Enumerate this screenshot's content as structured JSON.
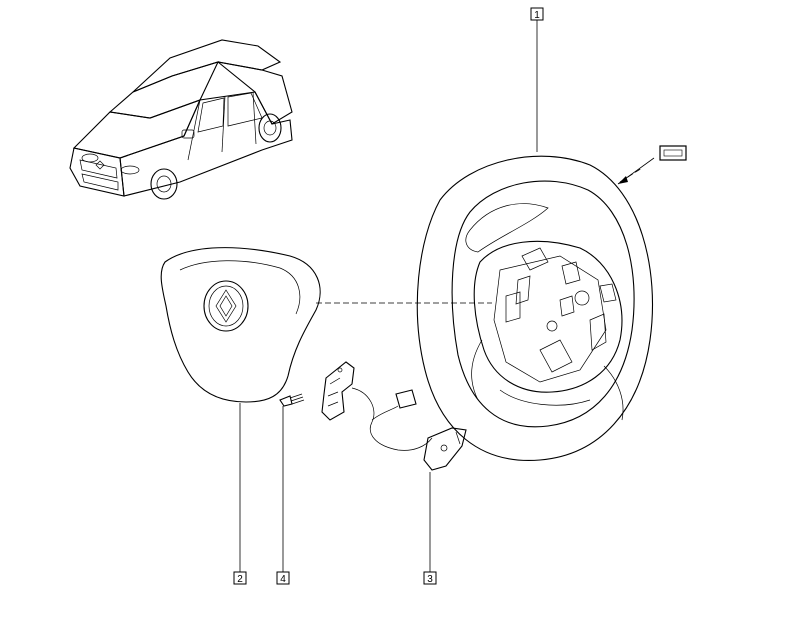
{
  "callouts": [
    {
      "id": "1",
      "label": "1"
    },
    {
      "id": "2",
      "label": "2"
    },
    {
      "id": "3",
      "label": "3"
    },
    {
      "id": "4",
      "label": "4"
    }
  ],
  "parts": {
    "vehicle": "car-illustration",
    "steering_wheel": "steering-wheel",
    "airbag_cushion": "airbag-cushion",
    "control_switch": "steering-control-switch",
    "switch_bracket": "switch-bracket",
    "screw": "screw"
  },
  "symbols": {
    "note_symbol": "rectangle-note-icon"
  },
  "colors": {
    "line": "#000000",
    "background": "#ffffff"
  }
}
